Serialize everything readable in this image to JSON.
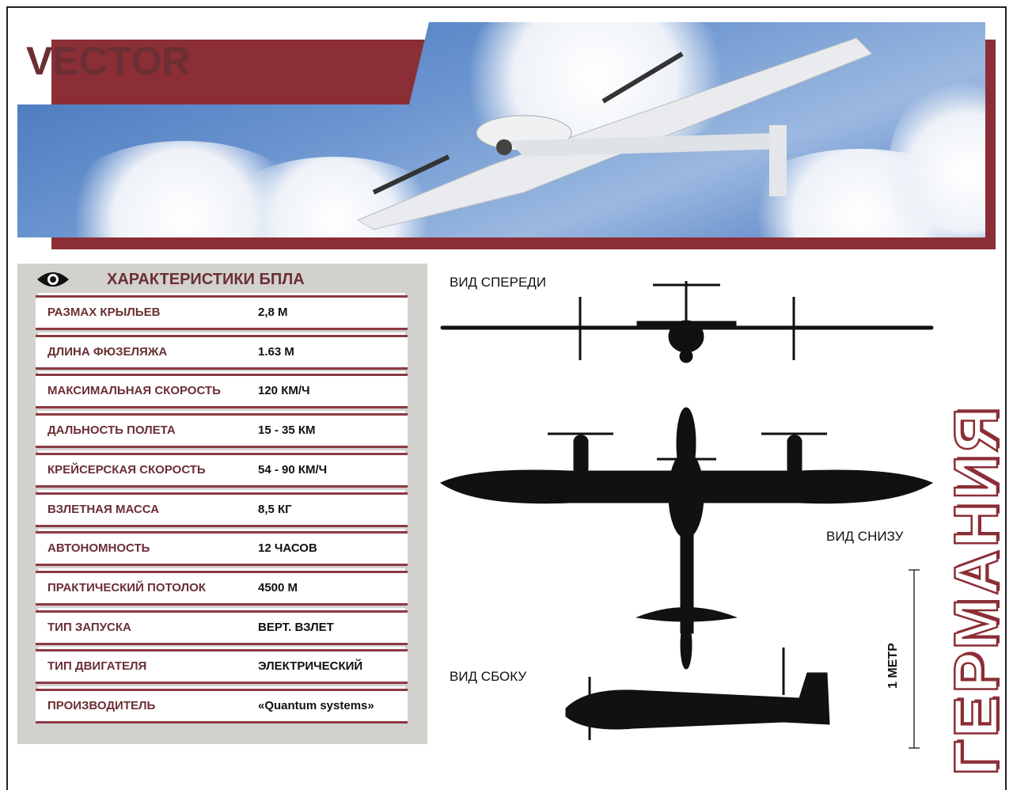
{
  "title": "VECTOR",
  "specs": {
    "heading": "ХАРАКТЕРИСТИКИ БПЛА",
    "rows": [
      {
        "label": "РАЗМАХ КРЫЛЬЕВ",
        "value": "2,8 М"
      },
      {
        "label": "ДЛИНА ФЮЗЕЛЯЖА",
        "value": "1.63 М"
      },
      {
        "label": "МАКСИМАЛЬНАЯ СКОРОСТЬ",
        "value": "120 КМ/Ч"
      },
      {
        "label": "ДАЛЬНОСТЬ ПОЛЕТА",
        "value": "15 - 35 КМ"
      },
      {
        "label": "КРЕЙСЕРСКАЯ СКОРОСТЬ",
        "value": "54 - 90 КМ/Ч"
      },
      {
        "label": "ВЗЛЕТНАЯ МАССА",
        "value": "8,5 КГ"
      },
      {
        "label": "АВТОНОМНОСТЬ",
        "value": "12 ЧАСОВ"
      },
      {
        "label": "ПРАКТИЧЕСКИЙ ПОТОЛОК",
        "value": "4500 М"
      },
      {
        "label": "ТИП ЗАПУСКА",
        "value": "ВЕРТ. ВЗЛЕТ"
      },
      {
        "label": "ТИП ДВИГАТЕЛЯ",
        "value": "ЭЛЕКТРИЧЕСКИЙ"
      },
      {
        "label": "ПРОИЗВОДИТЕЛЬ",
        "value": "«Quantum systems»"
      }
    ]
  },
  "views": {
    "front": "ВИД СПЕРЕДИ",
    "bottom": "ВИД СНИЗУ",
    "side": "ВИД СБОКУ"
  },
  "scale_label": "1 МЕТР",
  "country": "ГЕРМАНИЯ",
  "colors": {
    "accent": "#8b2e36",
    "title": "#6b2f35",
    "panel": "#d2d1cd"
  }
}
